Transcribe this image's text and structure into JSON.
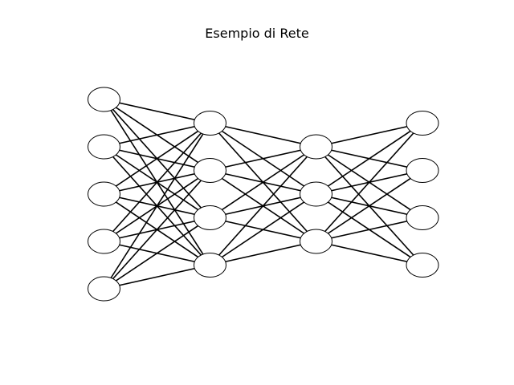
{
  "title": "Esempio di Rete",
  "network": {
    "layers": [
      5,
      4,
      3,
      4
    ],
    "fully_connected": true
  },
  "colors": {
    "node_fill": "#ffffff",
    "node_stroke": "#000000",
    "edge": "#000000",
    "background": "#ffffff"
  }
}
